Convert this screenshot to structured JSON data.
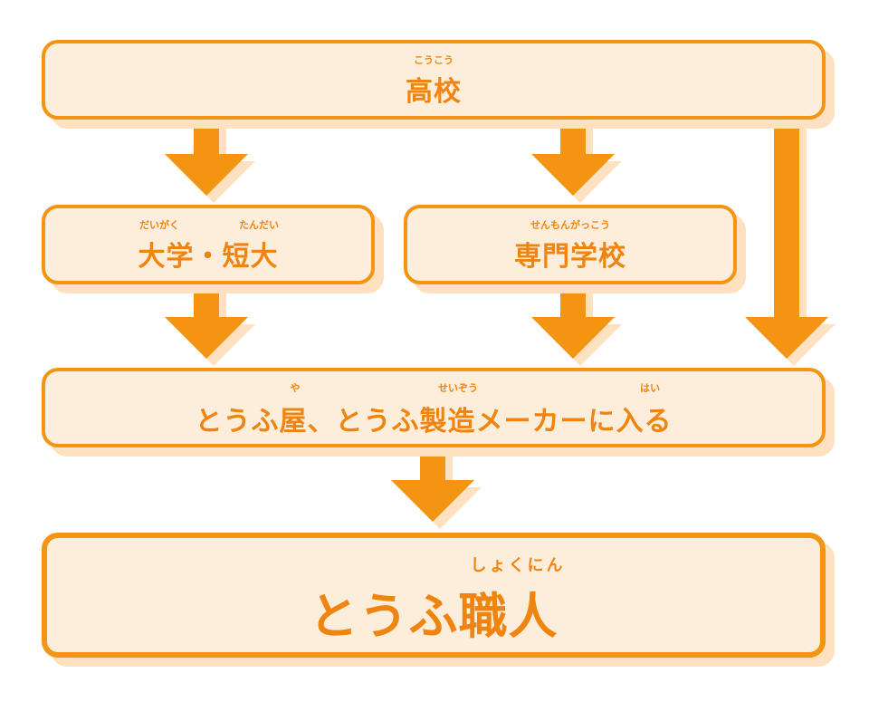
{
  "colors": {
    "accent": "#f39412",
    "box_fill": "#fdeedb",
    "shadow": "#fde1c1",
    "text": "#ef8410"
  },
  "nodes": {
    "high_school": {
      "ruby": "こうこう",
      "label": "高校"
    },
    "university": {
      "ruby_1": "だいがく",
      "ruby_2": "たんだい",
      "label": "大学・短大"
    },
    "vocational": {
      "ruby": "せんもんがっこう",
      "label": "専門学校"
    },
    "join_maker": {
      "ruby_1": "や",
      "ruby_2": "せいぞう",
      "ruby_3": "はい",
      "label": "とうふ屋、とうふ製造メーカーに入る"
    },
    "tofu_craftsman": {
      "ruby": "しょくにん",
      "label": "とうふ職人"
    }
  },
  "edges": [
    {
      "from": "high_school",
      "to": "university"
    },
    {
      "from": "high_school",
      "to": "vocational"
    },
    {
      "from": "high_school",
      "to": "join_maker"
    },
    {
      "from": "university",
      "to": "join_maker"
    },
    {
      "from": "vocational",
      "to": "join_maker"
    },
    {
      "from": "join_maker",
      "to": "tofu_craftsman"
    }
  ]
}
